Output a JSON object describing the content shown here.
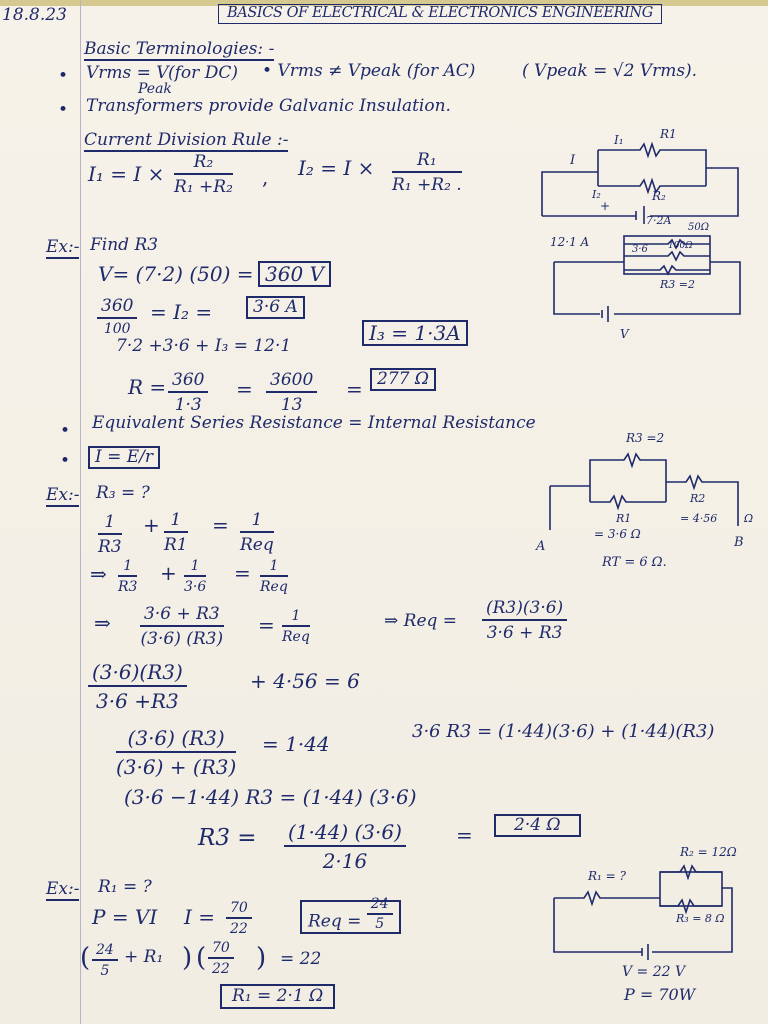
{
  "header": {
    "date": "18.8.23",
    "title": "BASICS OF ELECTRICAL & ELECTRONICS ENGINEERING"
  },
  "intro": {
    "heading": "Basic Terminologies: -",
    "vrms_line": "Vrms = V",
    "vrms_sub": "Peak",
    "vrms_dc": "(for DC)",
    "vrms_ac": "• Vrms ≠ Vpeak (for AC)",
    "vpeak_rel": "( Vpeak = √2 Vrms).",
    "transformer": "Transformers provide Galvanic Insulation."
  },
  "cdr": {
    "heading": "Current Division Rule :-",
    "i1_lhs": "I₁ = I ×",
    "i1_num": "R₂",
    "i1_den": "R₁ +R₂",
    "sep": ",",
    "i2_lhs": "I₂ = I ×",
    "i2_num": "R₁",
    "i2_den": "R₁ +R₂ ."
  },
  "ex1": {
    "label": "Ex:-",
    "title": "Find R3",
    "v_lhs": "V= (7·2) (50) =",
    "v_box": "360 V",
    "i2_num": "360",
    "i2_den": "100",
    "i2_mid": "= I₂ =",
    "i2_box": "3·6 A",
    "sum_line": "7·2 +3·6 + I₃ = 12·1",
    "i3_box": "I₃ = 1·3A",
    "r_lhs": "R =",
    "r_num1": "360",
    "r_den1": "1·3",
    "r_eq": "=",
    "r_num2": "3600",
    "r_den2": "13",
    "r_eq2": "=",
    "r_box": "277 Ω"
  },
  "esr": {
    "line": "Equivalent Series Resistance = Internal Resistance",
    "box": "I = E/r"
  },
  "ex2": {
    "label": "Ex:-",
    "title": "R₃ = ?",
    "l1_a_num": "1",
    "l1_a_den": "R3",
    "l1_b_num": "1",
    "l1_b_den": "R1",
    "l1_c_num": "1",
    "l1_c_den": "Req",
    "l2_a_num": "1",
    "l2_a_den": "R3",
    "l2_b_num": "1",
    "l2_b_den": "3·6",
    "l2_c_num": "1",
    "l2_c_den": "Req",
    "l3_a_num": "3·6 + R3",
    "l3_a_den": "(3·6) (R3)",
    "l3_c_num": "1",
    "l3_c_den": "Req",
    "req_lhs": "⇒ Req =",
    "req_num": "(R3)(3·6)",
    "req_den": "3·6 + R3",
    "l4_num": "(3·6)(R3)",
    "l4_den": "3·6 +R3",
    "l4_rest": "+ 4·56 = 6",
    "l5_num": "(3·6) (R3)",
    "l5_den": "(3·6) + (R3)",
    "l5_rest": "= 1·44",
    "l5_right": "3·6 R3 = (1·44)(3·6) + (1·44)(R3)",
    "l6": "(3·6 −1·44) R3 = (1·44) (3·6)",
    "l7_lhs": "R3 =",
    "l7_num": "(1·44) (3·6)",
    "l7_den": "2·16",
    "l7_eq": "=",
    "l7_box": "2·4 Ω"
  },
  "ex3": {
    "label": "Ex:-",
    "title": "R₁ = ?",
    "p_line": "P = VI",
    "i_lhs": "I =",
    "i_num": "70",
    "i_den": "22",
    "req_box_lhs": "Req =",
    "req_num": "24",
    "req_den": "5",
    "eq_a_num": "24",
    "eq_a_den": "5",
    "eq_plus": "+ R₁",
    "eq_b_num": "70",
    "eq_b_den": "22",
    "eq_rest": "= 22",
    "r1_box": "R₁ = 2·1 Ω"
  },
  "circuit1": {
    "i": "I",
    "i1": "I₁",
    "r1": "R1",
    "i2": "I₂",
    "r2": "R₂",
    "plus": "+"
  },
  "circuit2": {
    "i_total": "12·1 A",
    "i_a": "7·2A",
    "r_a": "50Ω",
    "i_b": "3·6",
    "r_b": "100Ω",
    "r3": "R3 =2",
    "v": "V"
  },
  "circuit3": {
    "r3": "R3 =2",
    "r1": "R1",
    "r1_val": "= 3·6 Ω",
    "r2": "R2",
    "r2_val": "= 4·56",
    "omega": "Ω",
    "a": "A",
    "b": "B",
    "rt": "RT = 6 Ω."
  },
  "circuit4": {
    "r1": "R₁ = ?",
    "r2": "R₂ = 12Ω",
    "r3": "R₃ = 8 Ω",
    "v": "V = 22 V",
    "p": "P = 70W"
  }
}
